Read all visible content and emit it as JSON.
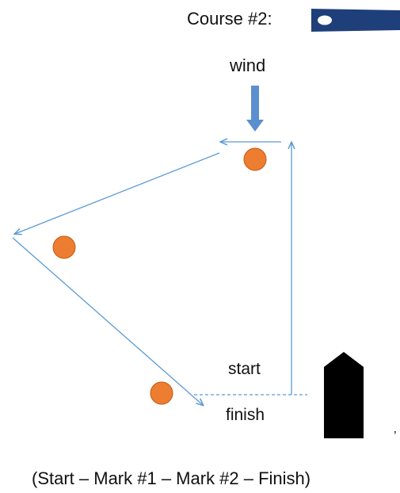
{
  "header": {
    "course_title": "Course #2:",
    "course_flag_color": "#1f3f7a"
  },
  "diagram": {
    "wind_label": "wind",
    "start_label": "start",
    "finish_label": "finish",
    "stray_mark": "’",
    "colors": {
      "course_line": "#5b9bd5",
      "wind_arrow": "#5b8fcf",
      "marks": "#ed7d31",
      "mark_outline": "#c55a11",
      "committee_boat": "#000000"
    },
    "marks": [
      "windward-mark",
      "wing-mark",
      "pin-end-mark"
    ]
  },
  "caption": "(Start – Mark #1 – Mark #2 – Finish)"
}
